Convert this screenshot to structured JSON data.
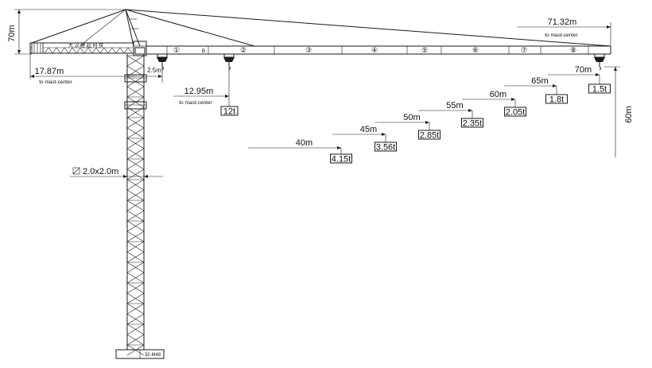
{
  "diagram": {
    "overall_height": "70m",
    "hook_height": "60m",
    "jib_reach": "71.32m",
    "jib_reach_note": "to mast-center",
    "counter_jib": "17.87m",
    "counter_jib_note": "to mast-center",
    "offset_small": "2.5m",
    "max_load_radius": "12.95m",
    "max_load_note": "to mast-center",
    "max_load": "12t",
    "mast_section": "2.0x2.0m",
    "base_label": "32-M48",
    "cab_text": "大 汉 建 起 科 技",
    "jib_sections": [
      "①",
      "②",
      "③",
      "④",
      "⑤",
      "⑥",
      "⑦",
      "⑧"
    ],
    "trolley_symbol": "B",
    "load_chart": [
      {
        "radius": "40m",
        "load": "4.15t"
      },
      {
        "radius": "45m",
        "load": "3.56t"
      },
      {
        "radius": "50m",
        "load": "2.85t"
      },
      {
        "radius": "55m",
        "load": "2.35t"
      },
      {
        "radius": "60m",
        "load": "2.05t"
      },
      {
        "radius": "65m",
        "load": "1.8t"
      },
      {
        "radius": "70m",
        "load": "1.5t"
      }
    ],
    "colors": {
      "line": "#1a1a1a",
      "background": "#ffffff"
    }
  }
}
